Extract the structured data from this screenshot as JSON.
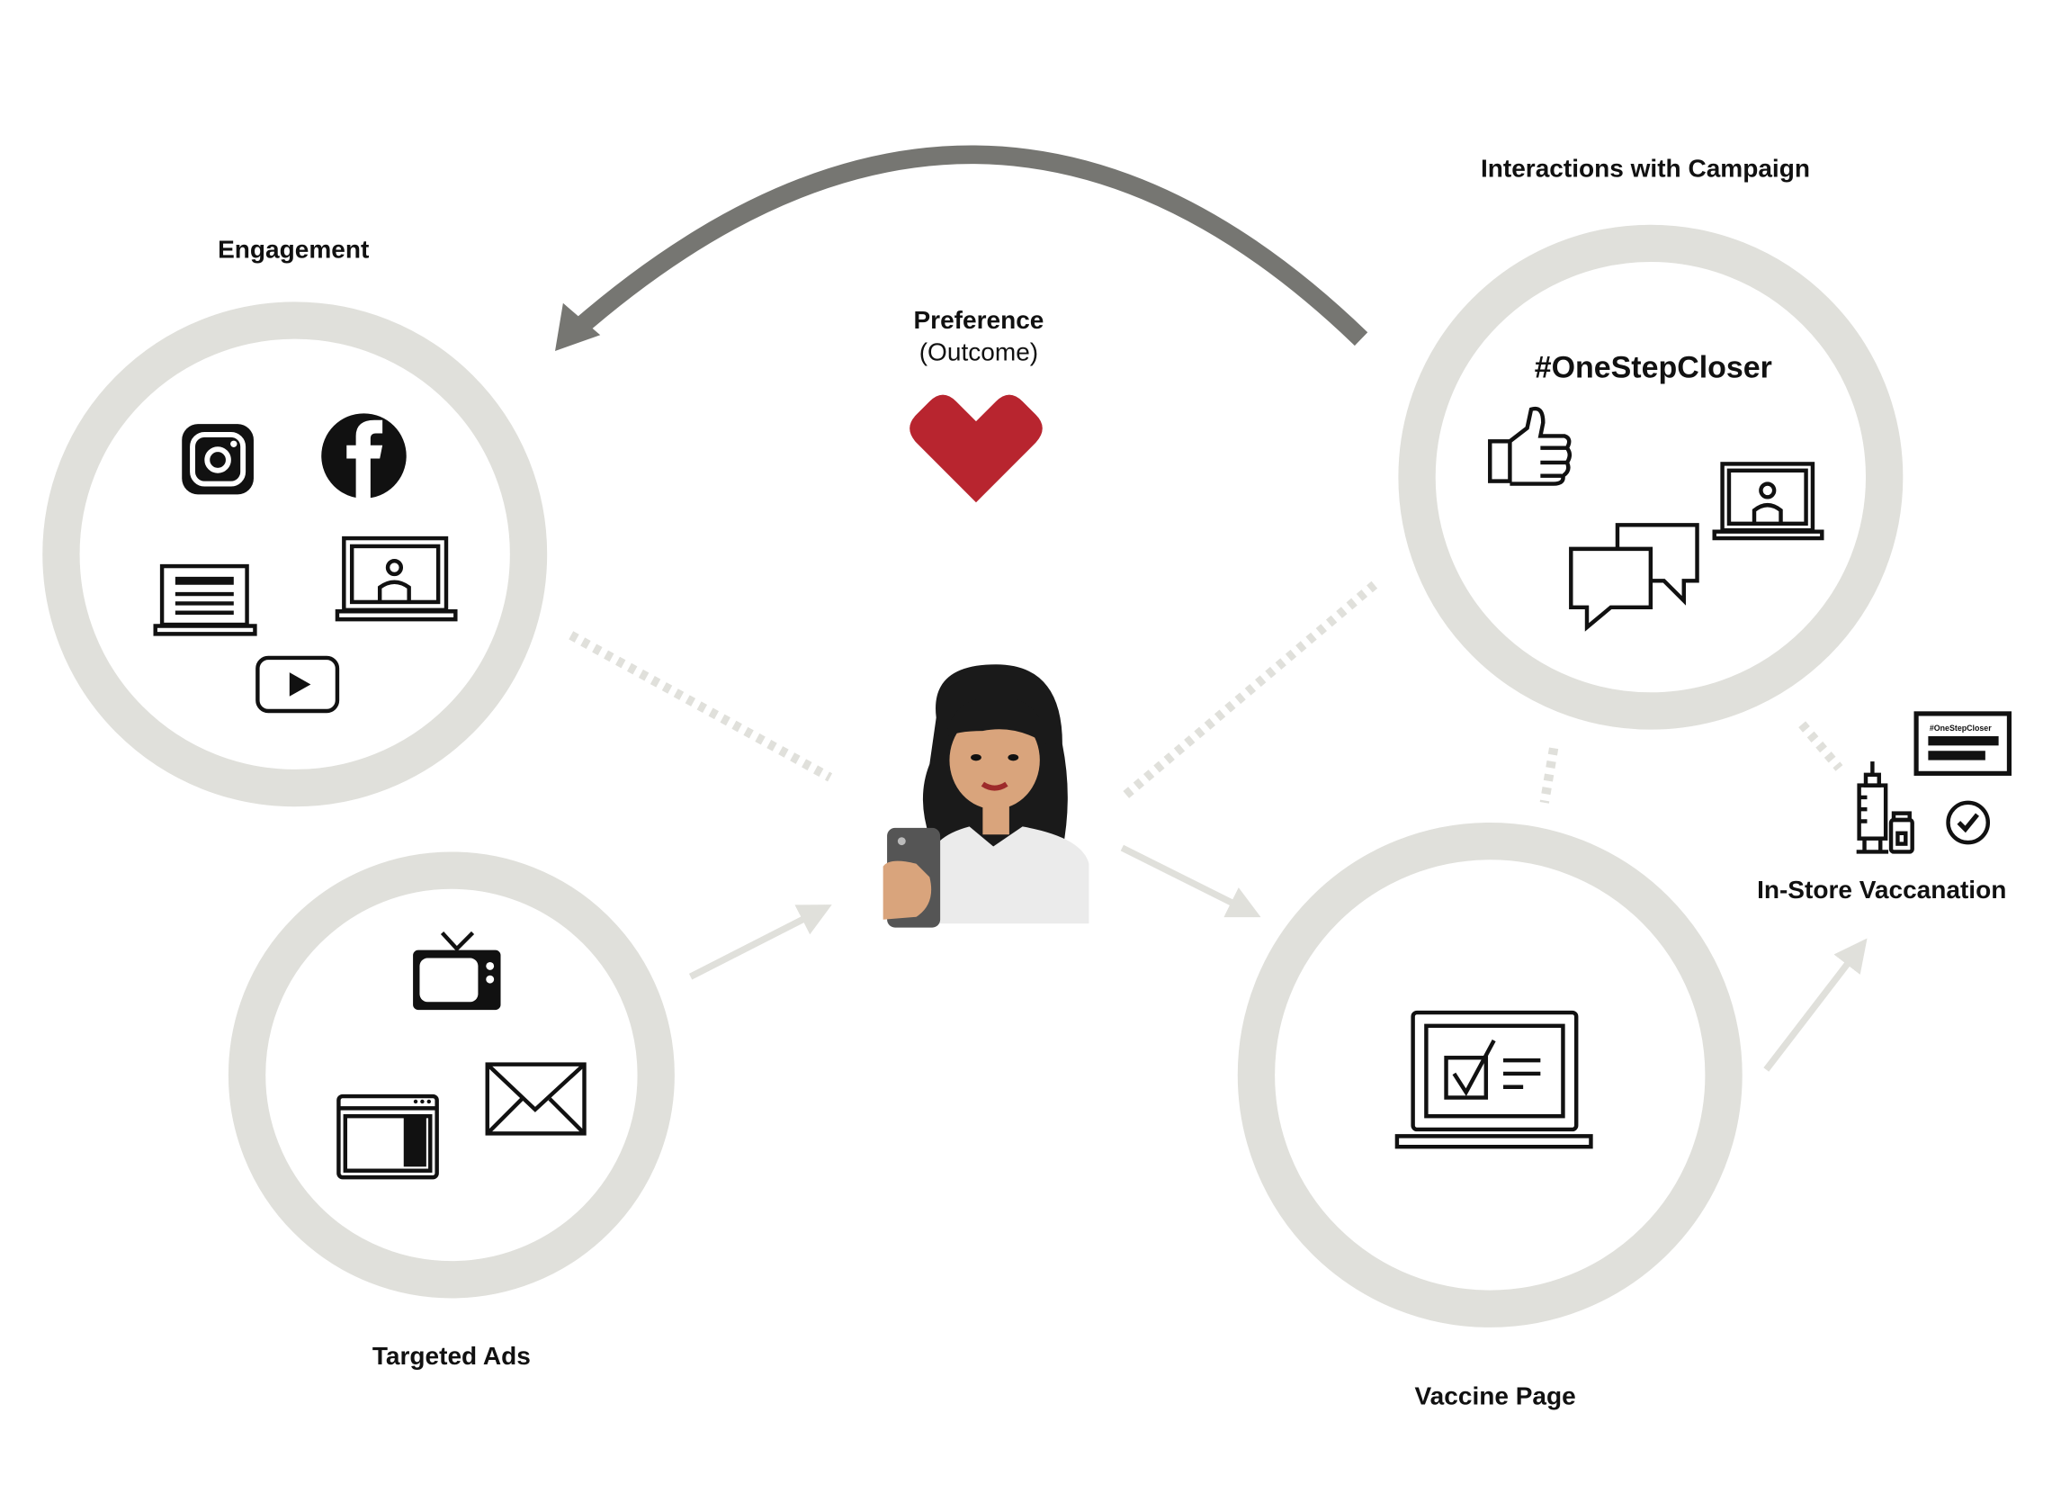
{
  "labels": {
    "engagement": "Engagement",
    "interactions": "Interactions with Campaign",
    "preference": "Preference",
    "outcome": "(Outcome)",
    "hashtag": "#OneStepCloser",
    "targeted_ads": "Targeted Ads",
    "vaccine_page": "Vaccine Page",
    "in_store": "In-Store Vaccanation",
    "card_hashtag": "#OneStepCloser"
  },
  "colors": {
    "ring": "#e0e0db",
    "arc": "#767672",
    "heart": "#b8252f",
    "ink": "#111111"
  }
}
